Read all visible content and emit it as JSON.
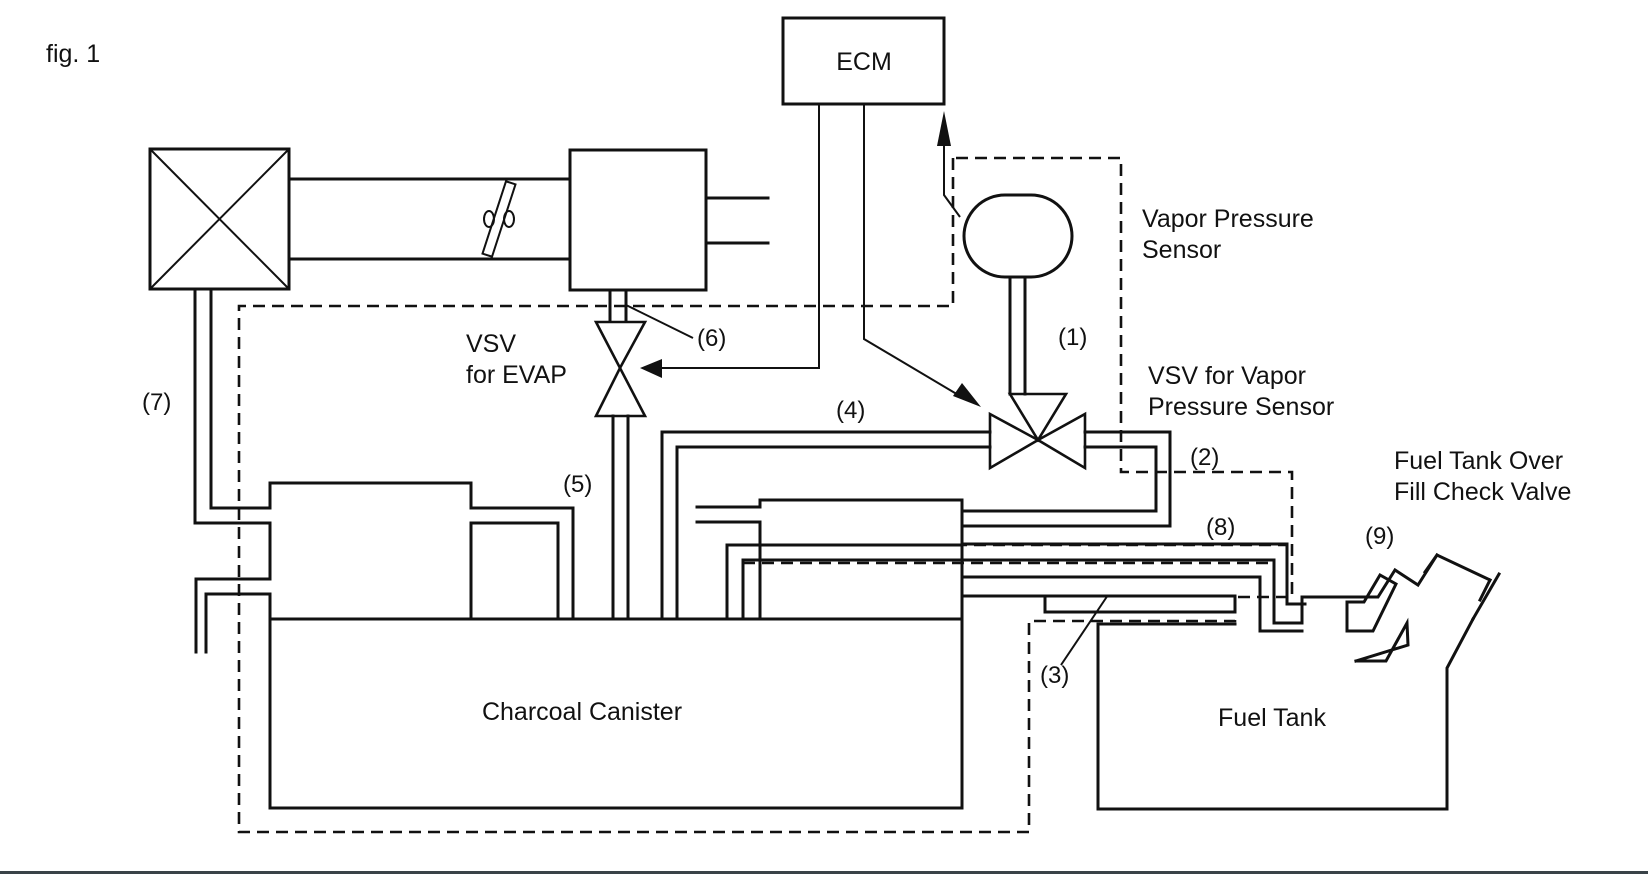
{
  "figure": {
    "label": "fig. 1"
  },
  "components": {
    "ecm": "ECM",
    "vapor_pressure_sensor": [
      "Vapor Pressure",
      "Sensor"
    ],
    "vsv_evap": [
      "VSV",
      "for EVAP"
    ],
    "vsv_vapor_pressure_sensor": [
      "VSV for Vapor",
      "Pressure Sensor"
    ],
    "fuel_tank_over_fill_check_valve": [
      "Fuel Tank Over",
      "Fill Check Valve"
    ],
    "charcoal_canister": "Charcoal Canister",
    "fuel_tank": "Fuel Tank"
  },
  "callouts": {
    "c1": "(1)",
    "c2": "(2)",
    "c3": "(3)",
    "c4": "(4)",
    "c5": "(5)",
    "c6": "(6)",
    "c7": "(7)",
    "c8": "(8)",
    "c9": "(9)"
  }
}
